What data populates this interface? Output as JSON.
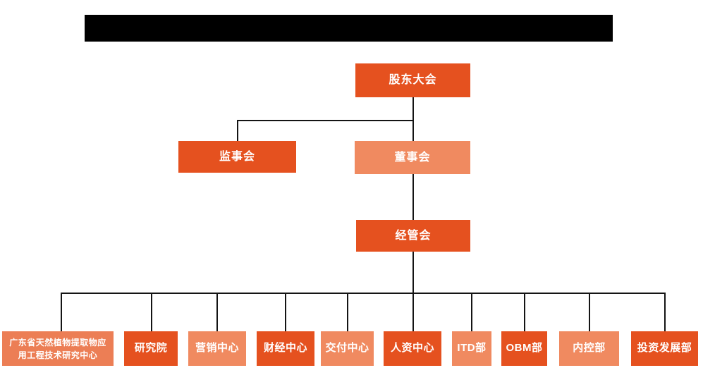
{
  "colors": {
    "primary_orange": "#e5511f",
    "secondary_salmon": "#f08a60",
    "salmon_deep": "#ec7e55",
    "connector": "#141414",
    "redaction_black": "#000000"
  },
  "org": {
    "level1": {
      "label": "股东大会",
      "color": "#e5511f"
    },
    "level2": [
      {
        "label": "监事会",
        "color": "#e5511f"
      },
      {
        "label": "董事会",
        "color": "#f08a60"
      }
    ],
    "level3": {
      "label": "经管会",
      "color": "#e5511f"
    },
    "level4": [
      {
        "label": "广东省天然植物提取物应用工程技术研究中心",
        "color": "#ec7e55"
      },
      {
        "label": "研究院",
        "color": "#e5511f"
      },
      {
        "label": "营销中心",
        "color": "#f08a60"
      },
      {
        "label": "财经中心",
        "color": "#e5511f"
      },
      {
        "label": "交付中心",
        "color": "#f08a60"
      },
      {
        "label": "人资中心",
        "color": "#e5511f"
      },
      {
        "label": "ITD部",
        "color": "#f08a60"
      },
      {
        "label": "OBM部",
        "color": "#e5511f"
      },
      {
        "label": "内控部",
        "color": "#f08a60"
      },
      {
        "label": "投资发展部",
        "color": "#e5511f"
      }
    ]
  }
}
